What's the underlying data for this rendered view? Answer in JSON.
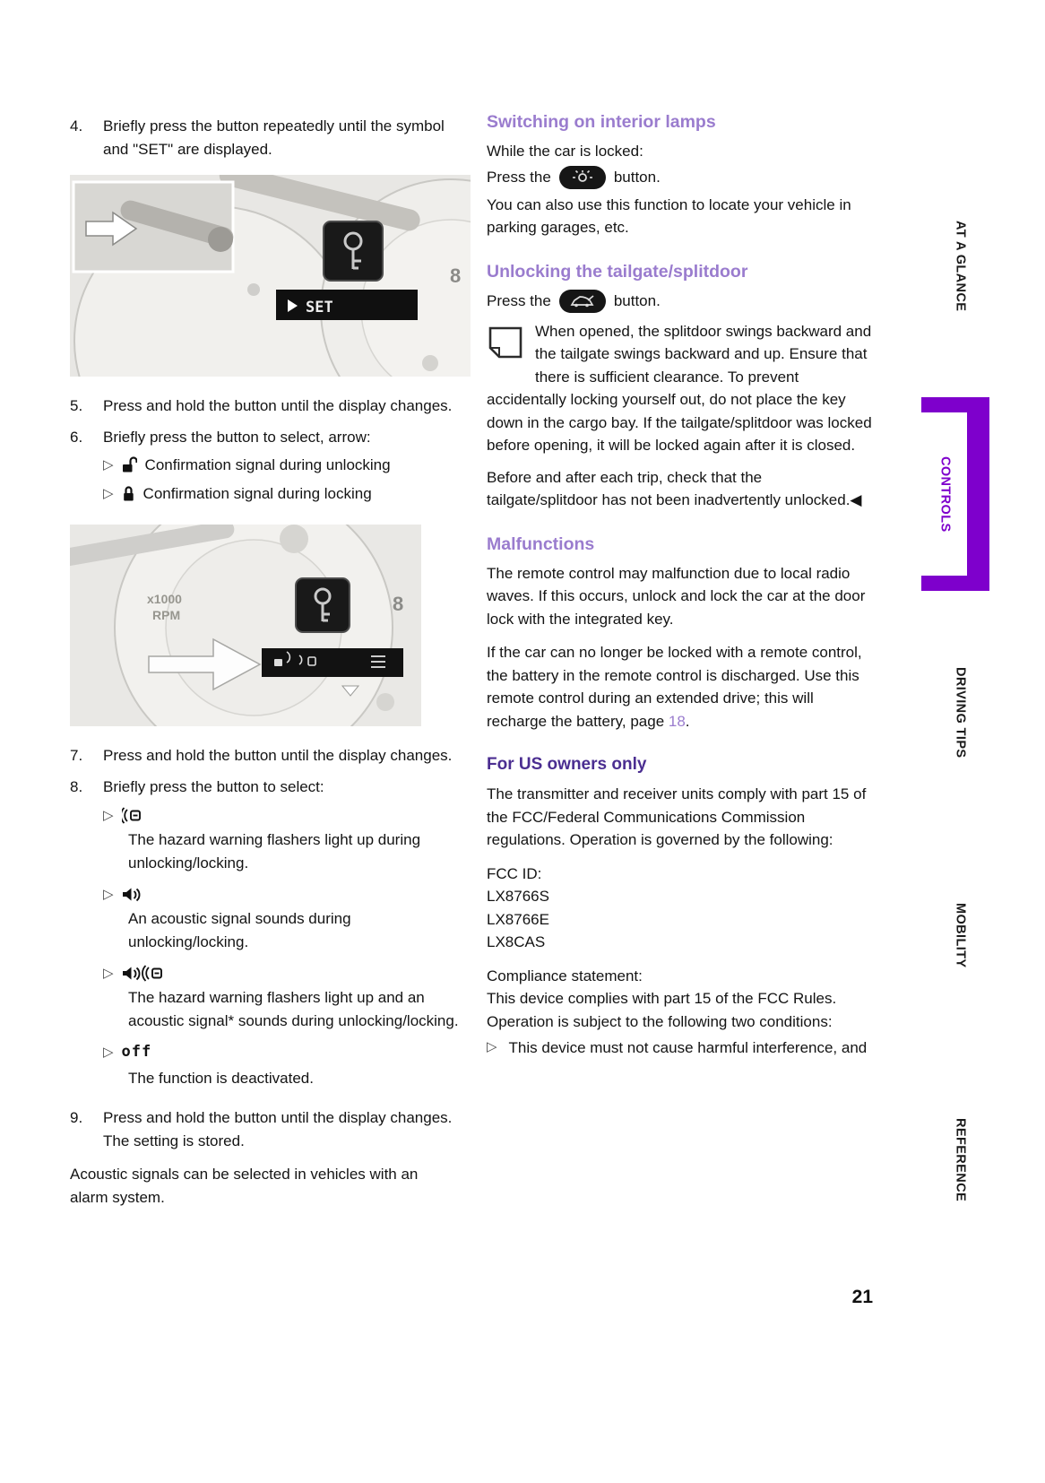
{
  "page_number": "21",
  "colors": {
    "heading_purple": "#9a7cce",
    "subheading_purple": "#4b2e91",
    "tab_purple": "#7e00cc",
    "link_purple": "#9a7cce"
  },
  "sidebar": {
    "tabs": [
      {
        "label": "AT A GLANCE",
        "active": false
      },
      {
        "label": "CONTROLS",
        "active": true
      },
      {
        "label": "DRIVING TIPS",
        "active": false
      },
      {
        "label": "MOBILITY",
        "active": false
      },
      {
        "label": "REFERENCE",
        "active": false
      }
    ]
  },
  "left": {
    "step4": {
      "num": "4.",
      "text": "Briefly press the button repeatedly until the symbol and \"SET\" are displayed."
    },
    "image1": {
      "display_label": "SET",
      "gauge_digit": "8"
    },
    "step5": {
      "num": "5.",
      "text": "Press and hold the button until the display changes."
    },
    "step6": {
      "num": "6.",
      "text": "Briefly press the button to select, arrow:",
      "bullets": [
        {
          "icon": "unlock-icon",
          "text": "Confirmation signal during unlocking"
        },
        {
          "icon": "lock-icon",
          "text": "Confirmation signal during locking"
        }
      ]
    },
    "image2": {
      "rpm_line1": "x1000",
      "rpm_line2": "RPM",
      "gauge_digit": "8"
    },
    "step7": {
      "num": "7.",
      "text": "Press and hold the button until the display changes."
    },
    "step8": {
      "num": "8.",
      "text": "Briefly press the button to select:",
      "bullets": [
        {
          "icon": "hazard-flasher-icon",
          "text": "The hazard warning flashers light up during unlocking/locking."
        },
        {
          "icon": "acoustic-signal-icon",
          "text": "An acoustic signal sounds during unlocking/locking."
        },
        {
          "icon": "acoustic-and-flasher-icon",
          "text": "The hazard warning flashers light up and an acoustic signal* sounds during unlocking/locking."
        },
        {
          "icon": "off-label",
          "label": "off",
          "text": "The function is deactivated."
        }
      ]
    },
    "step9": {
      "num": "9.",
      "text": "Press and hold the button until the display changes. The setting is stored."
    },
    "footnote": "Acoustic signals can be selected in vehicles with an alarm system."
  },
  "right": {
    "interior_lamps": {
      "heading": "Switching on interior lamps",
      "line1": "While the car is locked:",
      "press_pre": "Press the",
      "press_post": "button.",
      "para": "You can also use this function to locate your vehicle in parking garages, etc."
    },
    "tailgate": {
      "heading": "Unlocking the tailgate/splitdoor",
      "press_pre": "Press the",
      "press_post": "button.",
      "note": "When opened, the splitdoor swings backward and the tailgate swings backward and up. Ensure that there is sufficient clearance. To prevent accidentally locking yourself out, do not place the key down in the cargo bay. If the tailgate/splitdoor was locked before opening, it will be locked again after it is closed.",
      "para2": "Before and after each trip, check that the tailgate/splitdoor has not been inadvertently unlocked.◀"
    },
    "malfunctions": {
      "heading": "Malfunctions",
      "para1": "The remote control may malfunction due to local radio waves. If this occurs, unlock and lock the car at the door lock with the integrated key.",
      "para2_pre": "If the car can no longer be locked with a remote control, the battery in the remote control is discharged. Use this remote control during an extended drive; this will recharge the battery, page ",
      "page_link": "18",
      "para2_post": "."
    },
    "us_owners": {
      "heading": "For US owners only",
      "para1": "The transmitter and receiver units comply with part 15 of the FCC/Federal Communications Commission regulations. Operation is governed by the following:",
      "fcc_id_label": "FCC ID:",
      "fcc_ids": [
        "LX8766S",
        "LX8766E",
        "LX8CAS"
      ],
      "compliance_label": "Compliance statement:",
      "compliance_text": "This device complies with part 15 of the FCC Rules. Operation is subject to the following two conditions:",
      "bullet1": "This device must not cause harmful interference, and"
    }
  }
}
